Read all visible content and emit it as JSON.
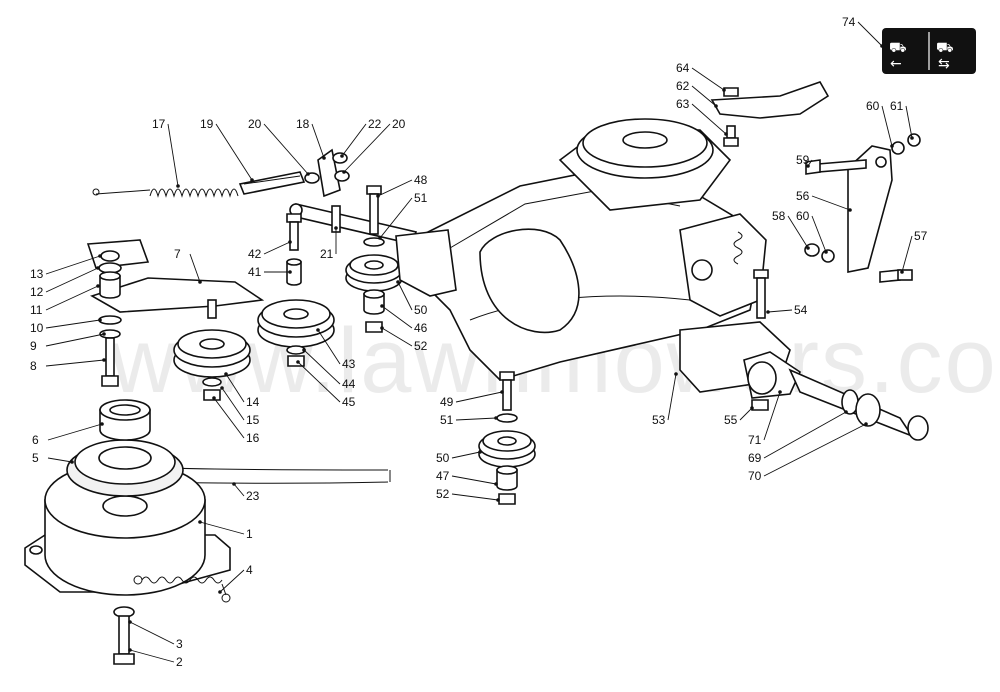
{
  "watermark": "www.lawnmowers.co.uk",
  "callouts": [
    {
      "id": "c1",
      "label": "1"
    },
    {
      "id": "c2",
      "label": "2"
    },
    {
      "id": "c3",
      "label": "3"
    },
    {
      "id": "c4",
      "label": "4"
    },
    {
      "id": "c5",
      "label": "5"
    },
    {
      "id": "c6",
      "label": "6"
    },
    {
      "id": "c7",
      "label": "7"
    },
    {
      "id": "c8",
      "label": "8"
    },
    {
      "id": "c9",
      "label": "9"
    },
    {
      "id": "c10",
      "label": "10"
    },
    {
      "id": "c11",
      "label": "11"
    },
    {
      "id": "c12",
      "label": "12"
    },
    {
      "id": "c13",
      "label": "13"
    },
    {
      "id": "c14",
      "label": "14"
    },
    {
      "id": "c15",
      "label": "15"
    },
    {
      "id": "c16",
      "label": "16"
    },
    {
      "id": "c17",
      "label": "17"
    },
    {
      "id": "c18",
      "label": "18"
    },
    {
      "id": "c19",
      "label": "19"
    },
    {
      "id": "c20a",
      "label": "20"
    },
    {
      "id": "c20b",
      "label": "20"
    },
    {
      "id": "c21",
      "label": "21"
    },
    {
      "id": "c22",
      "label": "22"
    },
    {
      "id": "c23",
      "label": "23"
    },
    {
      "id": "c41",
      "label": "41"
    },
    {
      "id": "c42",
      "label": "42"
    },
    {
      "id": "c43",
      "label": "43"
    },
    {
      "id": "c44",
      "label": "44"
    },
    {
      "id": "c45",
      "label": "45"
    },
    {
      "id": "c46",
      "label": "46"
    },
    {
      "id": "c47",
      "label": "47"
    },
    {
      "id": "c48",
      "label": "48"
    },
    {
      "id": "c49",
      "label": "49"
    },
    {
      "id": "c50a",
      "label": "50"
    },
    {
      "id": "c50b",
      "label": "50"
    },
    {
      "id": "c51a",
      "label": "51"
    },
    {
      "id": "c51b",
      "label": "51"
    },
    {
      "id": "c52a",
      "label": "52"
    },
    {
      "id": "c52b",
      "label": "52"
    },
    {
      "id": "c53",
      "label": "53"
    },
    {
      "id": "c54",
      "label": "54"
    },
    {
      "id": "c55",
      "label": "55"
    },
    {
      "id": "c56",
      "label": "56"
    },
    {
      "id": "c57",
      "label": "57"
    },
    {
      "id": "c58",
      "label": "58"
    },
    {
      "id": "c59",
      "label": "59"
    },
    {
      "id": "c60a",
      "label": "60"
    },
    {
      "id": "c60b",
      "label": "60"
    },
    {
      "id": "c61",
      "label": "61"
    },
    {
      "id": "c62",
      "label": "62"
    },
    {
      "id": "c63",
      "label": "63"
    },
    {
      "id": "c64",
      "label": "64"
    },
    {
      "id": "c69",
      "label": "69"
    },
    {
      "id": "c70",
      "label": "70"
    },
    {
      "id": "c71",
      "label": "71"
    },
    {
      "id": "c74",
      "label": "74"
    }
  ]
}
